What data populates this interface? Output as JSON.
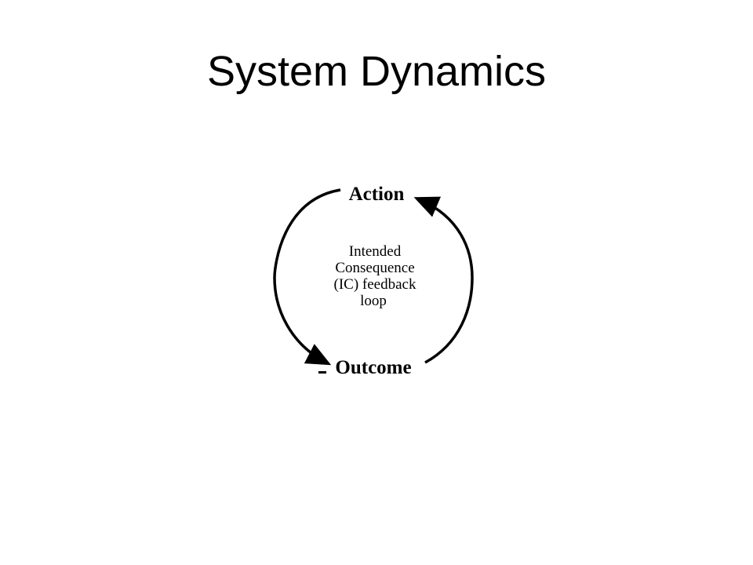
{
  "slide": {
    "title": "System Dynamics"
  },
  "diagram": {
    "nodes": {
      "top": "Action",
      "bottom": "Outcome"
    },
    "loop_label": [
      "Intended",
      "Consequence",
      "(IC) feedback",
      "loop"
    ],
    "colors": {
      "stroke": "#000000",
      "text": "#000000",
      "background": "#ffffff"
    }
  }
}
